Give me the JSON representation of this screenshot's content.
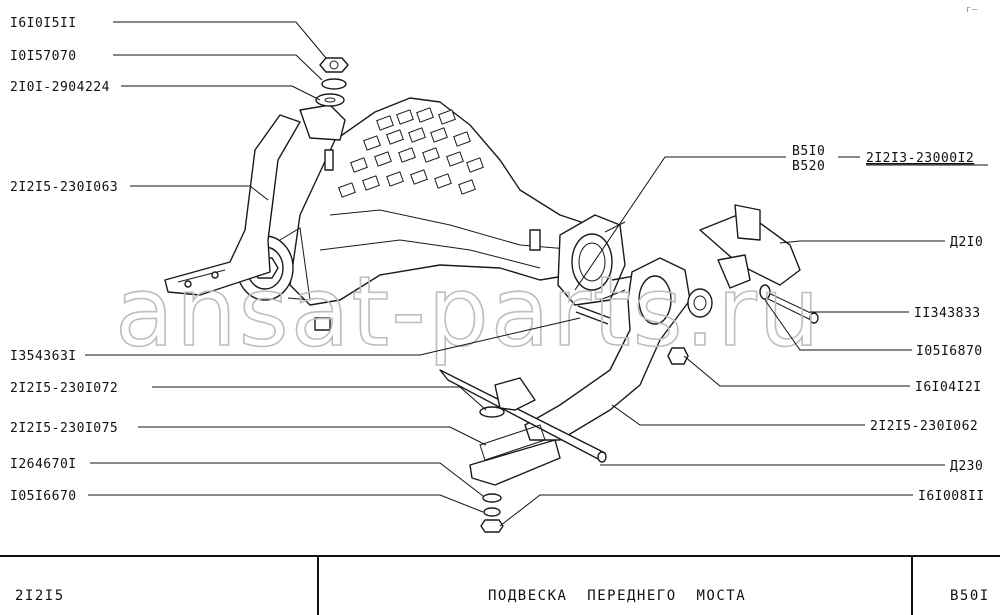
{
  "watermark": "ansat-parts.ru",
  "corner_mark": "г—",
  "labels_left": [
    "I6I0I5II",
    "I0I57070",
    "2I0I-2904224",
    "2I2I5-230I063",
    "I354363I",
    "2I2I5-230I072",
    "2I2I5-230I075",
    "I264670I",
    "I05I6670"
  ],
  "labels_right": [
    "Д2I0",
    "II343833",
    "I05I6870",
    "I6I04I2I",
    "2I2I5-230I062",
    "Д230",
    "I6I008II"
  ],
  "bracket_labels": {
    "b510": "В5I0",
    "b520": "В520",
    "assembly": "2I2I3-23000I2"
  },
  "title_block": {
    "model": "2I2I5",
    "title": "ПОДВЕСКА  ПЕРЕДНЕГО  МОСТА",
    "code": "В50I"
  }
}
